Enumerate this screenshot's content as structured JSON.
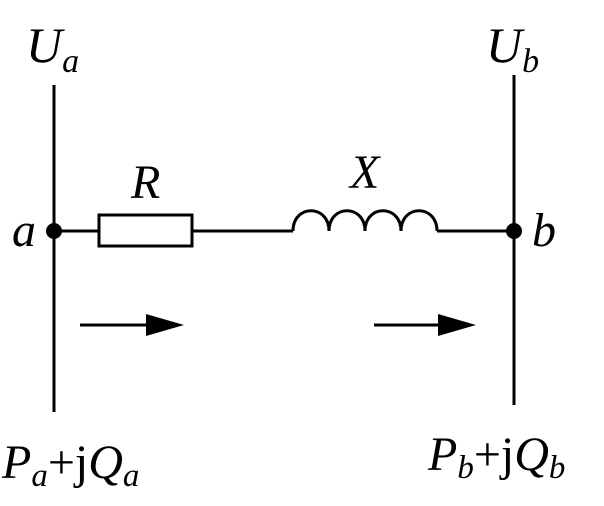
{
  "bus_a": {
    "voltage_symbol": "U",
    "voltage_sub": "a",
    "node_label": "a",
    "power_p": "P",
    "power_p_sub": "a",
    "power_join": "+j",
    "power_q": "Q",
    "power_q_sub": "a"
  },
  "bus_b": {
    "voltage_symbol": "U",
    "voltage_sub": "b",
    "node_label": "b",
    "power_p": "P",
    "power_p_sub": "b",
    "power_join": "+j",
    "power_q": "Q",
    "power_q_sub": "b"
  },
  "components": {
    "resistor_label": "R",
    "reactance_label": "X"
  }
}
